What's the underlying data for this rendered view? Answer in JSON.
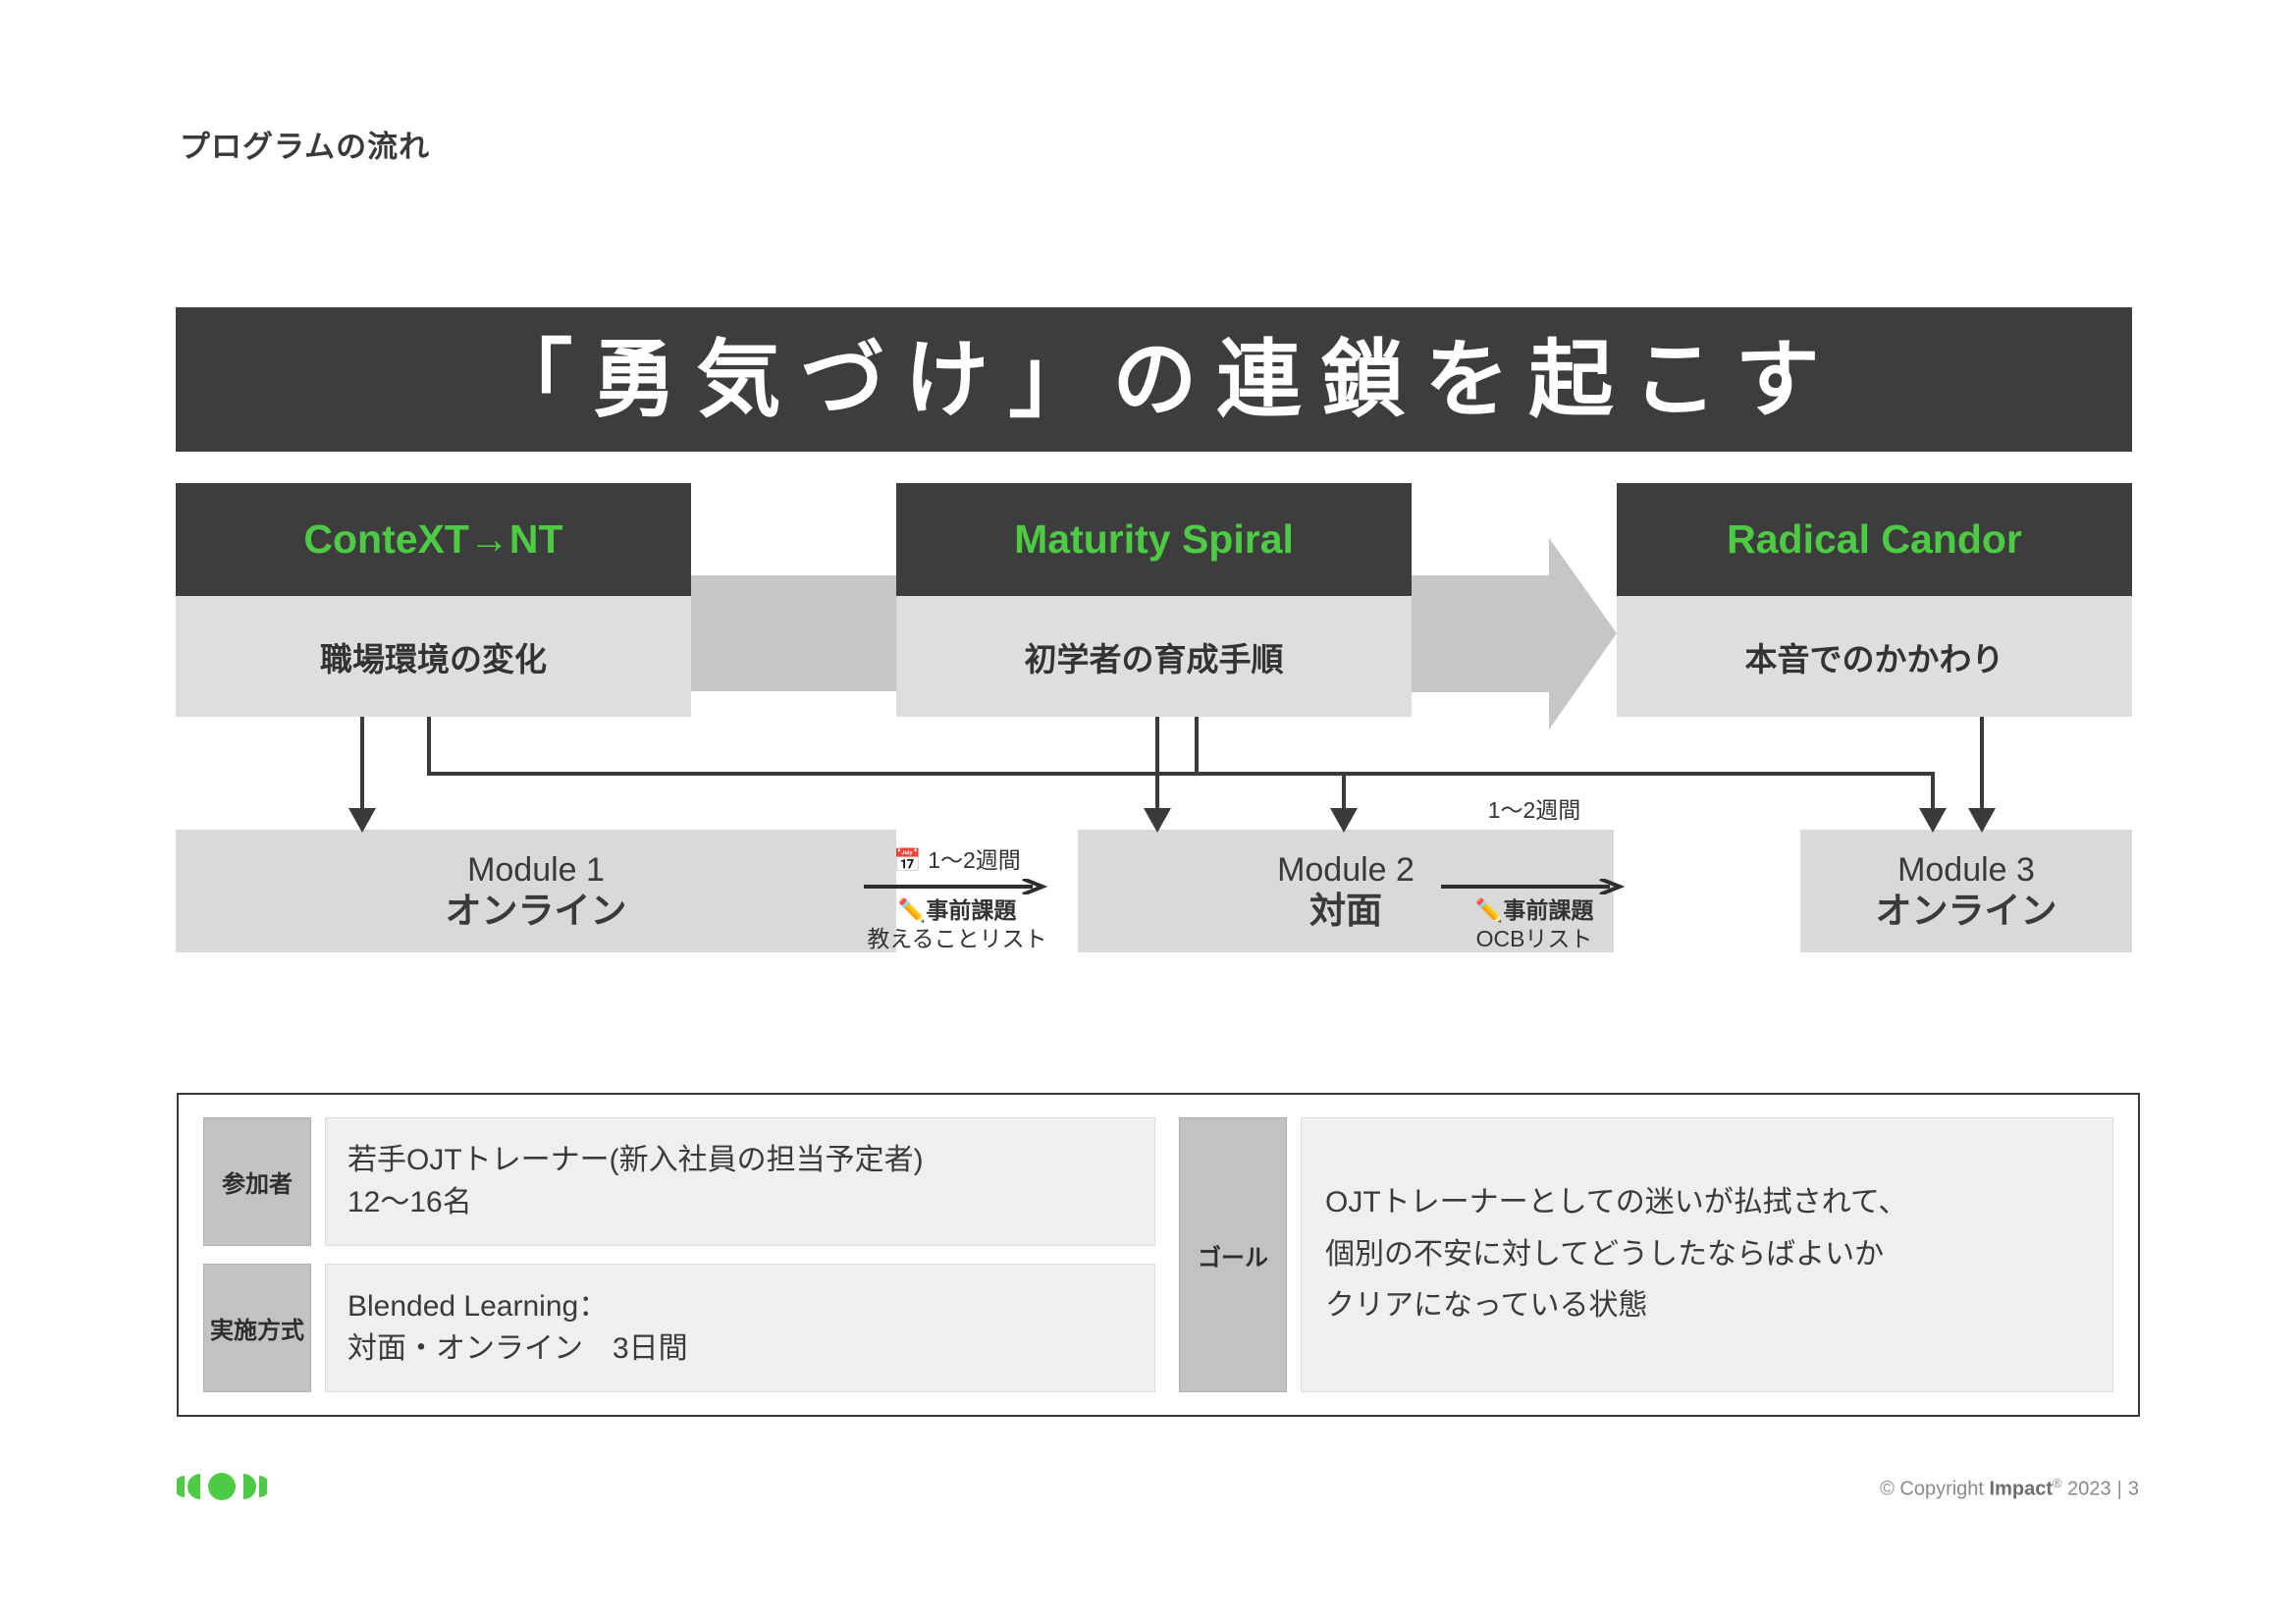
{
  "slide": {
    "title": "プログラムの流れ",
    "hero_banner": "「勇気づけ」の連鎖を起こす",
    "page_number": "3"
  },
  "colors": {
    "accent_green": "#4ECB45",
    "dark": "#3D3D3D",
    "card_body_gray": "#DEDEDE",
    "module_gray": "#D9D9D9",
    "connector_gray": "#C6C6C6",
    "key_gray": "#C2C2C2",
    "value_gray": "#EFEFEF"
  },
  "concepts": [
    {
      "title": "ConteXT→NT",
      "subtitle": "職場環境の変化"
    },
    {
      "title": "Maturity Spiral",
      "subtitle": "初学者の育成手順"
    },
    {
      "title": "Radical Candor",
      "subtitle": "本音でのかかわり"
    }
  ],
  "modules": [
    {
      "name": "Module 1",
      "mode": "オンライン"
    },
    {
      "name": "Module 2",
      "mode": "対面"
    },
    {
      "name": "Module 3",
      "mode": "オンライン"
    }
  ],
  "gaps": [
    {
      "duration": "1〜2週間",
      "duration_icon": "calendar-icon",
      "task_icon": "pencil-icon",
      "task_label": "事前課題",
      "task_detail": "教えることリスト"
    },
    {
      "duration": "1〜2週間",
      "task_icon": "pencil-icon",
      "task_label": "事前課題",
      "task_detail": "OCBリスト"
    }
  ],
  "info_panel": {
    "rows": [
      {
        "key": "参加者",
        "lines": [
          "若手OJTトレーナー(新入社員の担当予定者)",
          "12〜16名"
        ]
      },
      {
        "key": "実施方式",
        "lines": [
          "Blended Learning：",
          "対面・オンライン　3日間"
        ]
      }
    ],
    "goal": {
      "key": "ゴール",
      "lines": [
        "OJTトレーナーとしての迷いが払拭されて、",
        "個別の不安に対してどうしたならばよいか",
        "クリアになっている状態"
      ]
    }
  },
  "footer": {
    "copyright_prefix": "© Copyright ",
    "brand": "Impact",
    "registered_mark": "®",
    "year": "2023",
    "separator": "|",
    "page": "3"
  }
}
